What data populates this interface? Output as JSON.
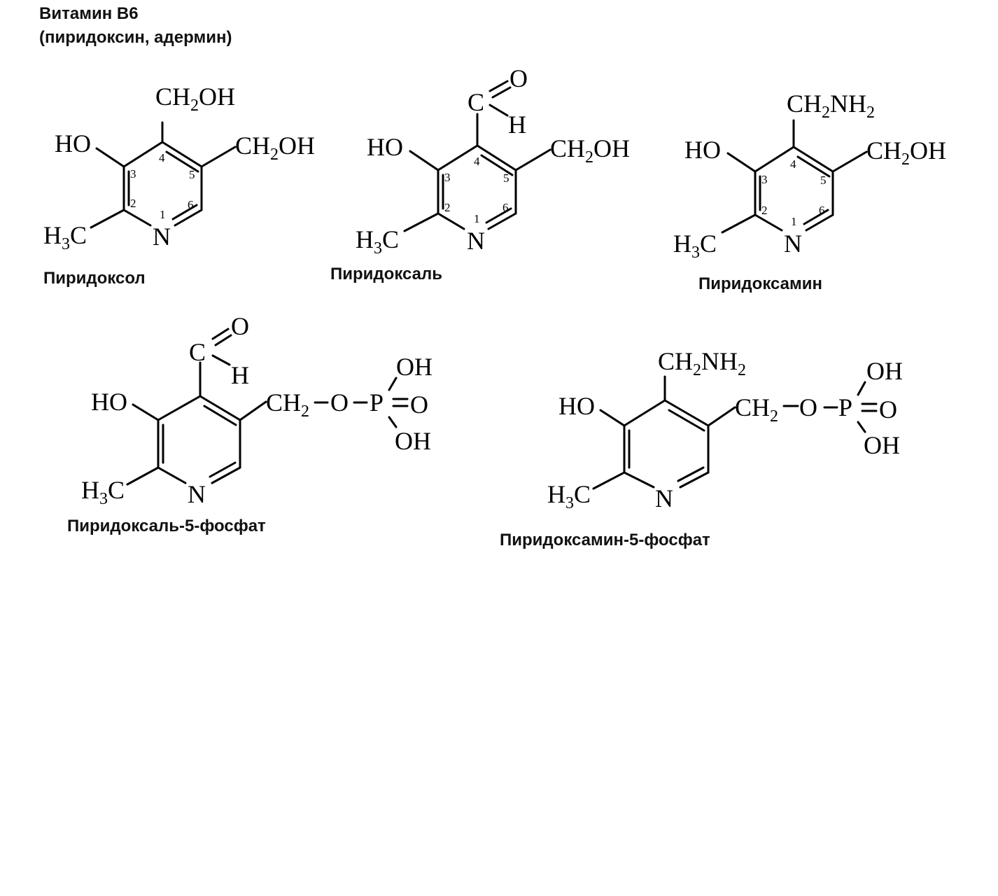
{
  "header": {
    "title": "Витамин В6",
    "subtitle": "(пиридоксин, адермин)"
  },
  "compounds": [
    {
      "name": "Пиридоксол",
      "substituent_c4": [
        "CH",
        "2",
        "OH"
      ],
      "substituent_c5": [
        "CH",
        "2",
        "OH"
      ],
      "substituent_c3": "HO",
      "substituent_c2": [
        "H",
        "3",
        "C"
      ],
      "ring_n": "N",
      "numbers": [
        "1",
        "2",
        "3",
        "4",
        "5",
        "6"
      ]
    },
    {
      "name": "Пиридоксаль",
      "aldehyde_c": "C",
      "aldehyde_o": "O",
      "aldehyde_h": "H",
      "substituent_c5": [
        "CH",
        "2",
        "OH"
      ],
      "substituent_c3": "HO",
      "substituent_c2": [
        "H",
        "3",
        "C"
      ],
      "ring_n": "N",
      "numbers": [
        "1",
        "2",
        "3",
        "4",
        "5",
        "6"
      ]
    },
    {
      "name": "Пиридоксамин",
      "substituent_c4": [
        "CH",
        "2",
        "NH",
        "2"
      ],
      "substituent_c5": [
        "CH",
        "2",
        "OH"
      ],
      "substituent_c3": "HO",
      "substituent_c2": [
        "H",
        "3",
        "C"
      ],
      "ring_n": "N",
      "numbers": [
        "1",
        "2",
        "3",
        "4",
        "5",
        "6"
      ]
    },
    {
      "name": "Пиридоксаль-5-фосфат",
      "aldehyde_c": "C",
      "aldehyde_o": "O",
      "aldehyde_h": "H",
      "chain": [
        "CH",
        "2",
        "O",
        "P",
        "O",
        "OH",
        "OH"
      ],
      "substituent_c3": "HO",
      "substituent_c2": [
        "H",
        "3",
        "C"
      ],
      "ring_n": "N"
    },
    {
      "name": "Пиридоксамин-5-фосфат",
      "substituent_c4": [
        "CH",
        "2",
        "NH",
        "2"
      ],
      "chain": [
        "CH",
        "2",
        "O",
        "P",
        "O",
        "OH",
        "OH"
      ],
      "substituent_c3": "HO",
      "substituent_c2": [
        "H",
        "3",
        "C"
      ],
      "ring_n": "N"
    }
  ]
}
